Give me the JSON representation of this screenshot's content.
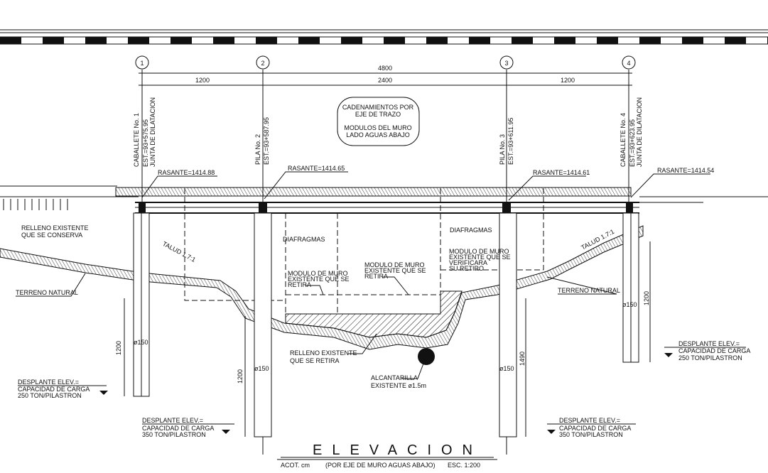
{
  "drawing": {
    "axes": [
      {
        "id": "1",
        "label": "CABALLETE No. 1",
        "station": "EST.=93+575.95",
        "note": "JUNTA DE DILATACION",
        "rasante": "RASANTE=1414.88"
      },
      {
        "id": "2",
        "label": "PILA No. 2",
        "station": "EST.=93+587.95",
        "rasante": "RASANTE=1414.65"
      },
      {
        "id": "3",
        "label": "PILA No. 3",
        "station": "EST.=93+611.95",
        "rasante": "RASANTE=1414.61"
      },
      {
        "id": "4",
        "label": "CABALLETE No. 4",
        "station": "EST.=93+623.95",
        "note": "JUNTA DE DILATACION",
        "rasante": "RASANTE=1414.54"
      }
    ],
    "dimensions": {
      "total": "4800",
      "span1": "1200",
      "span2": "2400",
      "span3": "1200",
      "depth1": "1200",
      "depth2": "1200",
      "depth3": "1490",
      "depth4": "1200"
    },
    "cloud_note": [
      "CADENAMIENTOS POR",
      "EJE DE TRAZO",
      "MODULOS DEL MURO",
      "LADO AGUAS ABAJO"
    ],
    "labels": {
      "relleno_conserva": [
        "RELLENO EXISTENTE",
        "QUE SE CONSERVA"
      ],
      "terreno_left": "TERRENO NATURAL",
      "terreno_right": "TERRENO NATURAL",
      "talud_left": "TALUD 1.7:1",
      "talud_right": "TALUD 1.7:1",
      "diafragmas_left": "DIAFRAGMAS",
      "diafragmas_right": "DIAFRAGMAS",
      "modulo_left": [
        "MODULO DE MURO",
        "EXISTENTE QUE SE",
        "RETIRA"
      ],
      "modulo_center": [
        "MODULO DE MURO",
        "EXISTENTE QUE SE",
        "RETIRA"
      ],
      "modulo_right": [
        "MODULO DE MURO",
        "EXISTENTE QUE SE",
        "VERIFICARA",
        "SU RETIRO"
      ],
      "relleno_retira": [
        "RELLENO EXISTENTE",
        "QUE SE RETIRA"
      ],
      "alcantarilla": [
        "ALCANTARILLA",
        "EXISTENTE ø1.5m"
      ],
      "diam": "ø150"
    },
    "desplante": {
      "abutment": [
        "DESPLANTE ELEV.=",
        "CAPACIDAD DE CARGA",
        "250 TON/PILASTRON"
      ],
      "pier": [
        "DESPLANTE ELEV.=",
        "CAPACIDAD DE CARGA",
        "350 TON/PILASTRON"
      ]
    },
    "title": "ELEVACION",
    "subtitle": {
      "units": "ACOT. cm",
      "note": "(POR EJE DE MURO AGUAS ABAJO)",
      "scale": "ESC. 1:200"
    }
  }
}
